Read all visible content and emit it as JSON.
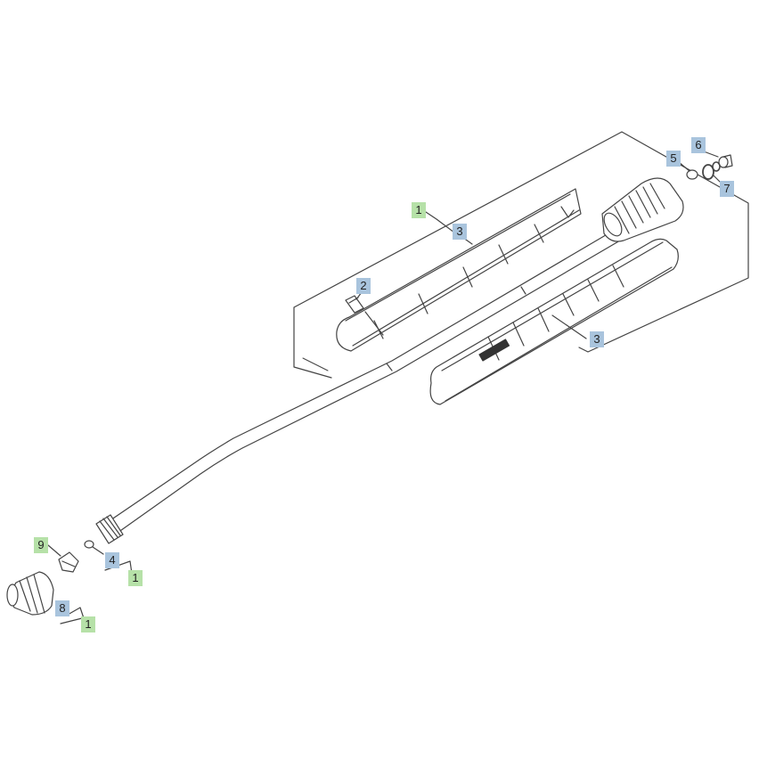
{
  "labels": {
    "1": "1",
    "2": "2",
    "3": "3",
    "4": "4",
    "5": "5",
    "6": "6",
    "7": "7",
    "8": "8",
    "9": "9"
  },
  "colors": {
    "blue_tag": "#a9c4dd",
    "green_tag": "#b6e1a8",
    "line": "#444444"
  }
}
